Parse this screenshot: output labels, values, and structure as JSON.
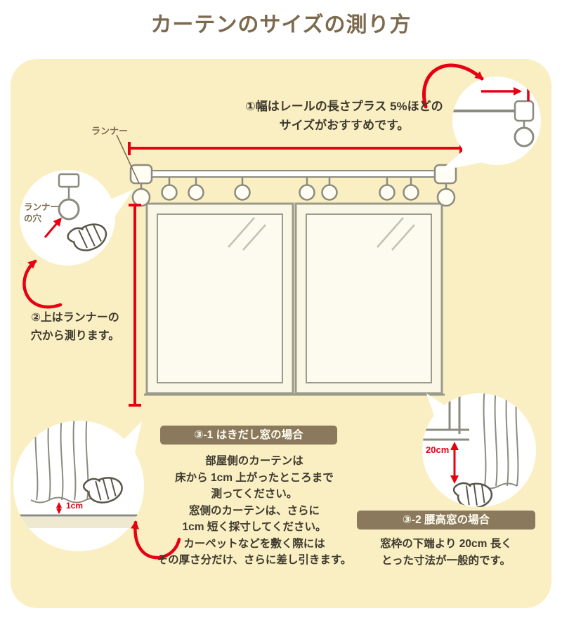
{
  "title": "カーテンのサイズの測り方",
  "colors": {
    "background": "#FAEFC2",
    "title_brown": "#7D6A4E",
    "badge_brown": "#8A795C",
    "accent_red": "#E60012",
    "body_text": "#3E3A2F",
    "line_gray": "#8B8B7F"
  },
  "annotations": {
    "note1": "①幅はレールの長さプラス 5%ほどの\nサイズがおすすめです。",
    "runner_label": "ランナー",
    "runner_hole_label": "ランナー\nの穴",
    "note2": "②上はランナーの\n穴から測ります。",
    "label_1cm": "1cm",
    "label_20cm": "20cm"
  },
  "sections": [
    {
      "badge": "③-1 はきだし窓の場合",
      "body": "部屋側のカーテンは\n床から 1cm 上がったところまで\n測ってください。\n窓側のカーテンは、さらに\n1cm 短く採寸してください。\nカーペットなどを敷く際には\nその厚さ分だけ、さらに差し引きます。"
    },
    {
      "badge": "③-2 腰高窓の場合",
      "body": "窓枠の下端より 20cm 長く\nとった寸法が一般的です。"
    }
  ]
}
